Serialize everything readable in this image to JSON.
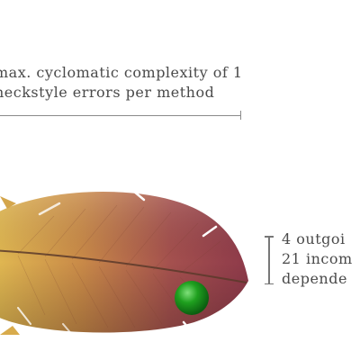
{
  "annotations": {
    "method_lines": [
      "max. cyclomatic complexity of 1",
      "heckstyle errors per method"
    ],
    "dependency_lines": [
      "4 outgoi",
      "21 incom",
      "depende"
    ]
  },
  "colors": {
    "feather_tip": "#9a3e4e",
    "feather_base": "#d9b24a",
    "rachis": "#5a3a2a",
    "ball": "#1fa01f"
  }
}
